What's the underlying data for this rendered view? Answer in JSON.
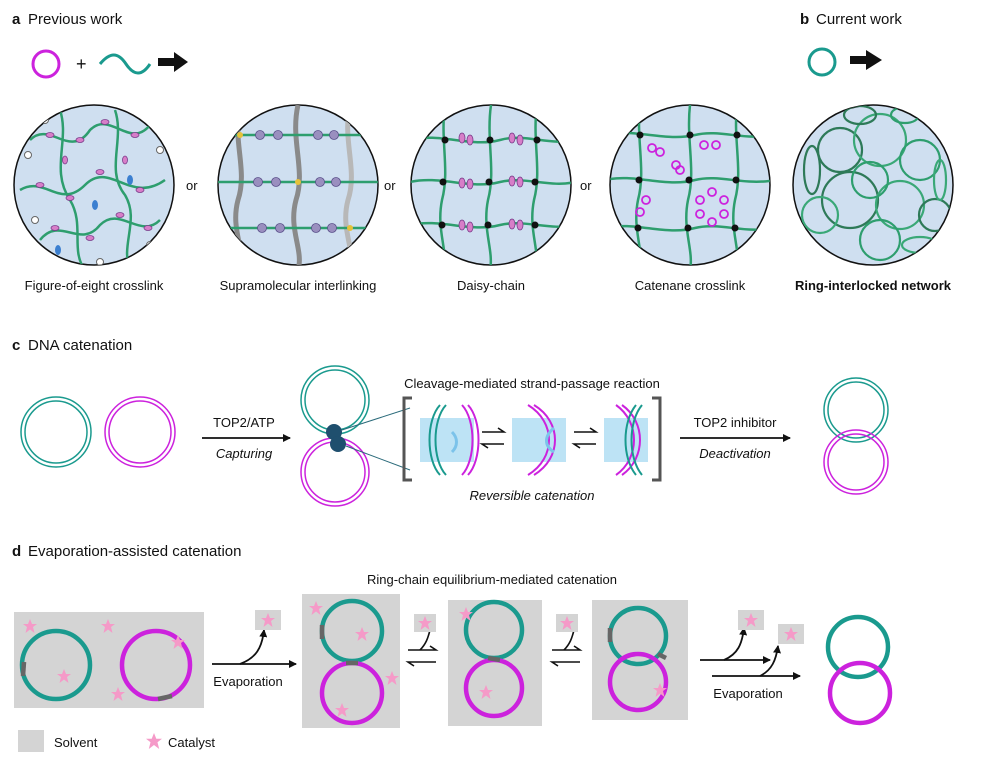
{
  "panel_a": {
    "letter": "a",
    "title": "Previous work",
    "plus": "+",
    "or_label": "or",
    "networks": [
      {
        "label": "Figure-of-eight crosslink"
      },
      {
        "label": "Supramolecular interlinking"
      },
      {
        "label": "Daisy-chain"
      },
      {
        "label": "Catenane crosslink"
      }
    ]
  },
  "panel_b": {
    "letter": "b",
    "title": "Current work",
    "network_label": "Ring-interlocked network"
  },
  "panel_c": {
    "letter": "c",
    "title": "DNA catenation",
    "step1_top": "TOP2/ATP",
    "step1_bottom": "Capturing",
    "bracket_title": "Cleavage-mediated strand-passage reaction",
    "bracket_caption": "Reversible catenation",
    "step2_top": "TOP2 inhibitor",
    "step2_bottom": "Deactivation"
  },
  "panel_d": {
    "letter": "d",
    "title": "Evaporation-assisted catenation",
    "subtitle": "Ring-chain equilibrium-mediated catenation",
    "evap_left": "Evaporation",
    "evap_right": "Evaporation",
    "legend_solvent": "Solvent",
    "legend_catalyst": "Catalyst"
  },
  "colors": {
    "teal": "#1a9a8e",
    "magenta": "#cc22dd",
    "network_bg": "#cfdff0",
    "network_green": "#2e9e6e",
    "solvent": "#d4d4d4",
    "catalyst": "#f59ac8",
    "dna_blue": "#bde3f5",
    "node_dark": "#1f4f6e"
  }
}
